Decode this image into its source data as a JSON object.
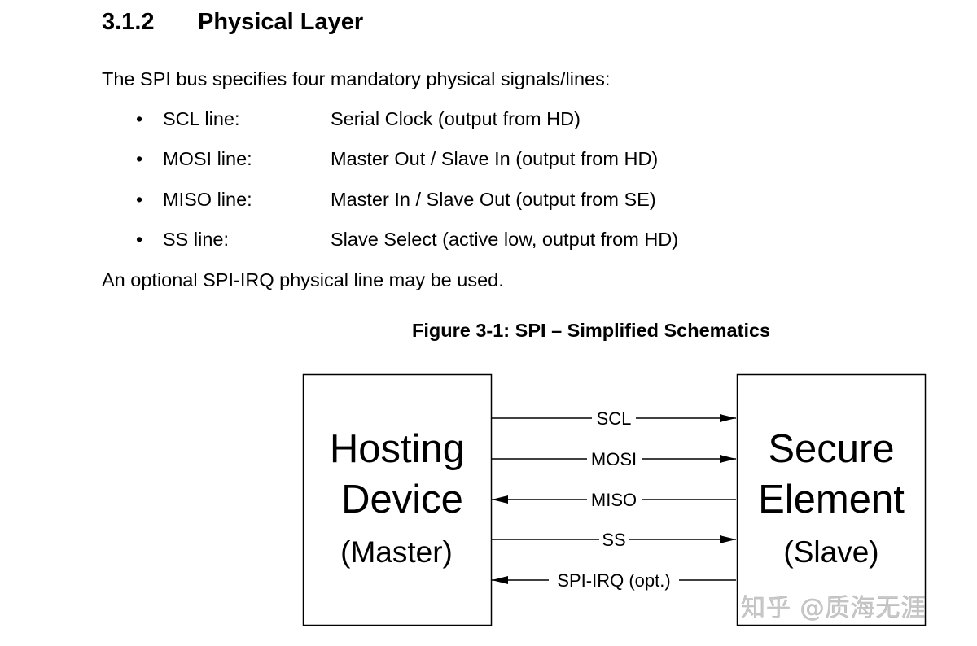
{
  "section": {
    "number": "3.1.2",
    "title": "Physical Layer"
  },
  "intro": "The SPI bus specifies four mandatory physical signals/lines:",
  "signals": [
    {
      "bullet": "•",
      "term": "SCL line:",
      "description": "Serial Clock (output from HD)"
    },
    {
      "bullet": "•",
      "term": "MOSI line:",
      "description": "Master Out / Slave In (output from HD)"
    },
    {
      "bullet": "•",
      "term": "MISO line:",
      "description": "Master In / Slave Out (output from SE)"
    },
    {
      "bullet": "•",
      "term": "SS line:",
      "description": "Slave Select (active low, output from HD)"
    }
  ],
  "optional_note": "An optional SPI-IRQ physical line may be used.",
  "figure": {
    "caption": "Figure 3-1:  SPI – Simplified Schematics",
    "master": {
      "line1": "Hosting",
      "line2": "Device",
      "role": "(Master)"
    },
    "slave": {
      "line1": "Secure",
      "line2": "Element",
      "role": "(Slave)"
    },
    "lines": [
      {
        "label": "SCL",
        "direction": "to-slave"
      },
      {
        "label": "MOSI",
        "direction": "to-slave"
      },
      {
        "label": "MISO",
        "direction": "to-master"
      },
      {
        "label": "SS",
        "direction": "to-slave"
      },
      {
        "label": "SPI-IRQ (opt.)",
        "direction": "to-master"
      }
    ]
  },
  "watermark": "知乎 @质海无涯"
}
